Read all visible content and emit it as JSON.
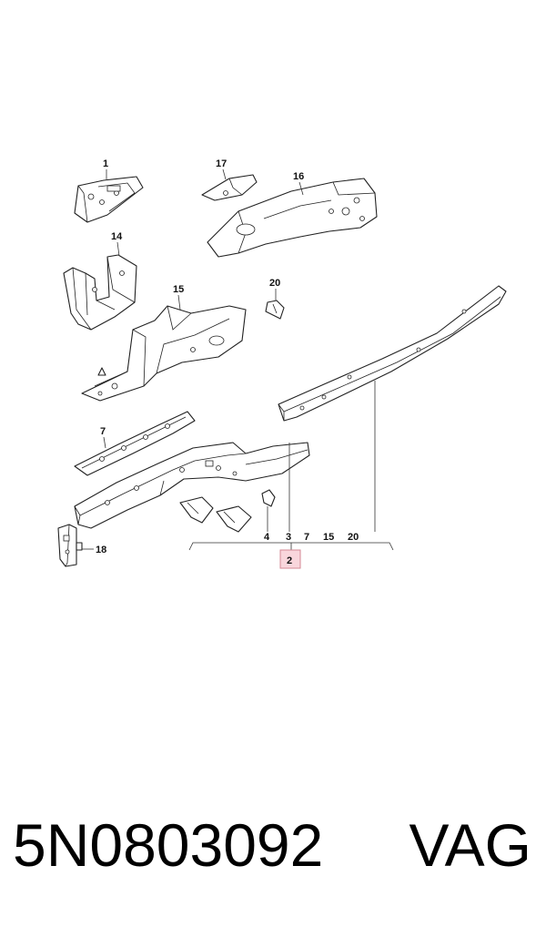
{
  "callouts": {
    "c1": "1",
    "c17": "17",
    "c16": "16",
    "c14": "14",
    "c15a": "15",
    "c20a": "20",
    "c7a": "7",
    "c18": "18",
    "c4": "4",
    "c3": "3",
    "c7b": "7",
    "c15b": "15",
    "c20b": "20",
    "c2": "2"
  },
  "highlight_color": "#f9d6dc",
  "footer": {
    "part_number": "5N0803092",
    "brand": "VAG"
  }
}
